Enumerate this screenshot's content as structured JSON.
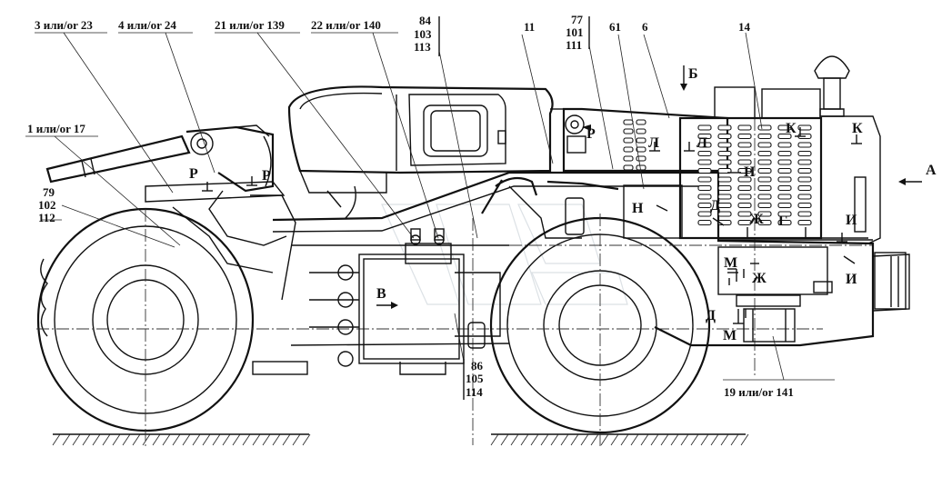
{
  "callouts": {
    "c_3_23": "3 или/or 23",
    "c_4_24": "4 или/or 24",
    "c_21_139": "21 или/or 139",
    "c_22_140": "22 или/or 140",
    "c_1_17": "1 или/or 17",
    "c_19_141": "19 или/or 141",
    "c_11": "11",
    "c_61": "61",
    "c_6": "6",
    "c_14": "14",
    "stack_84": [
      "84",
      "103",
      "113"
    ],
    "stack_77": [
      "77",
      "101",
      "111"
    ],
    "stack_79": [
      "79",
      "102",
      "112"
    ],
    "stack_86": [
      "86",
      "105",
      "114"
    ]
  },
  "view_marks": {
    "A": "А",
    "B": "Б",
    "V": "В",
    "P1": "Р",
    "P2": "Р",
    "P3": "Р",
    "L1": "Л",
    "L2": "Л",
    "K1": "К",
    "K2": "К",
    "N1": "Н",
    "N2": "Н",
    "D1": "Д",
    "D2": "Д",
    "Zh1": "Ж",
    "Zh2": "Ж",
    "G": "Г",
    "I1": "И",
    "I2": "И",
    "M1": "М",
    "M2": "М"
  }
}
